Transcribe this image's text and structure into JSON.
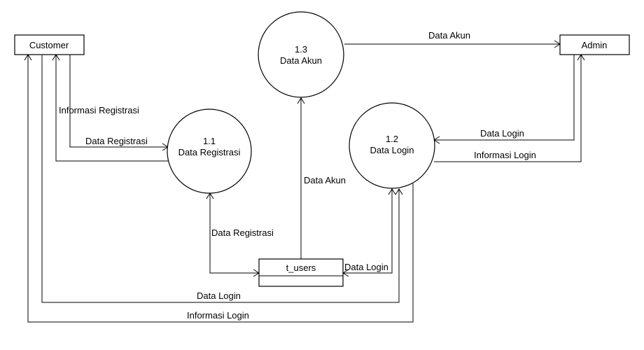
{
  "entities": {
    "customer": "Customer",
    "admin": "Admin"
  },
  "processes": {
    "p11": {
      "number": "1.1",
      "name": "Data Registrasi"
    },
    "p12": {
      "number": "1.2",
      "name": "Data Login"
    },
    "p13": {
      "number": "1.3",
      "name": "Data Akun"
    }
  },
  "datastore": {
    "name": "t_users"
  },
  "flows": {
    "customer_informasi_registrasi": "Informasi Registrasi",
    "customer_data_registrasi": "Data Registrasi",
    "store_data_registrasi": "Data Registrasi",
    "store_data_akun": "Data Akun",
    "akun_to_admin": "Data Akun",
    "admin_data_login": "Data Login",
    "login_informasi_admin": "Informasi Login",
    "store_data_login": "Data Login",
    "customer_data_login": "Data Login",
    "login_informasi_customer": "Informasi Login"
  }
}
